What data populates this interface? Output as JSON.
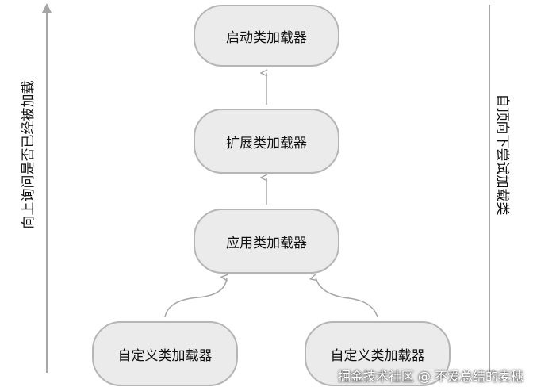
{
  "nodes": {
    "bootstrap": "启动类加载器",
    "extension": "扩展类加载器",
    "application": "应用类加载器",
    "custom_left": "自定义类加载器",
    "custom_right": "自定义类加载器"
  },
  "side_labels": {
    "left": "向上询问是否已经被加载",
    "right": "自顶向下尝试加载类"
  },
  "watermark": "掘金技术社区 @ 不爱总结的麦穗",
  "colors": {
    "node_fill": "#ebebeb",
    "node_border": "#b5b5b5",
    "arrow": "#a6a6a6"
  }
}
